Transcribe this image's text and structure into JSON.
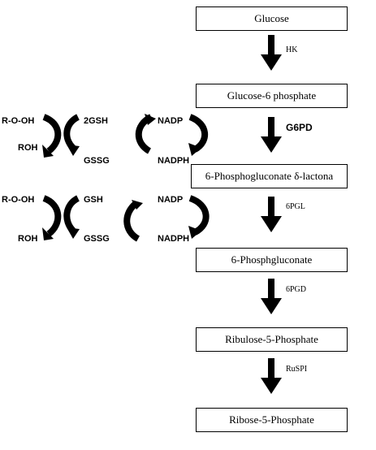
{
  "pathway": {
    "metabolites": [
      "Glucose",
      "Glucose-6  phosphate",
      "6-Phosphogluconate  δ-lactona",
      "6-Phosphgluconate",
      "Ribulose-5-Phosphate",
      "Ribose-5-Phosphate"
    ],
    "enzymes": [
      "HK",
      "G6PD",
      "6PGL",
      "6PGD",
      "RuSPI"
    ]
  },
  "cycle_top": {
    "substrate": "R-O-OH",
    "product": "ROH",
    "reduced_glutathione": "2GSH",
    "oxidized_glutathione": "GSSG",
    "oxidized_cofactor": "NADP",
    "reduced_cofactor": "NADPH"
  },
  "cycle_bottom": {
    "substrate": "R-O-OH",
    "product": "ROH",
    "reduced_glutathione": "GSH",
    "oxidized_glutathione": "GSSG",
    "oxidized_cofactor": "NADP",
    "reduced_cofactor": "NADPH"
  }
}
